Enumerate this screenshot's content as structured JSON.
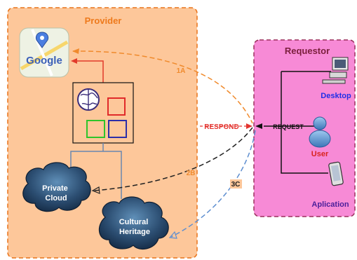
{
  "provider": {
    "title": "Provider"
  },
  "requestor": {
    "title": "Requestor"
  },
  "google": {
    "logo_text": "Google"
  },
  "clouds": {
    "private": "Private\nCloud",
    "cultural": "Cultural\nHeritage"
  },
  "devices": {
    "desktop": "Desktop",
    "user": "User",
    "application": "Aplication"
  },
  "links": {
    "respond": "RESPOND",
    "request": "REQUEST",
    "link_1a": "1A",
    "link_2b": "2B",
    "link_3c": "3C"
  },
  "colors": {
    "provider_fill": "#fdc79a",
    "provider_border": "#e8731a",
    "provider_title": "#ee7a1c",
    "requestor_fill": "#f78ad6",
    "requestor_border": "#9b2f5c",
    "requestor_title": "#7a1f3c",
    "arrow_1a": "#f08a2c",
    "arrow_2b": "#222222",
    "arrow_3c": "#5f8fd0",
    "respond": "#e3342f",
    "desktop_label": "#1f2fe6",
    "user_label": "#d8241f",
    "app_label": "#4a1f9a"
  }
}
